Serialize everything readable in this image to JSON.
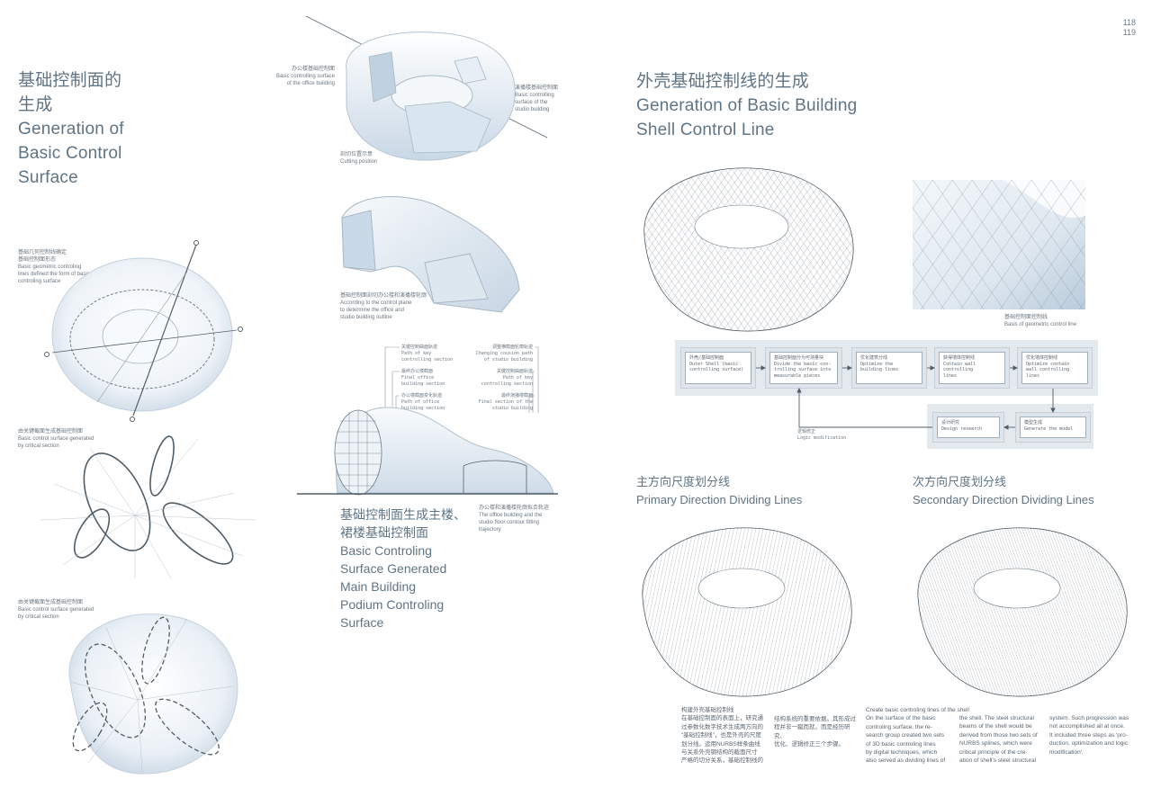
{
  "page_numbers": {
    "left": "118",
    "right": "119"
  },
  "left_section": {
    "title_cn_1": "基础控制面的",
    "title_cn_2": "生成",
    "title_en_1": "Generation of",
    "title_en_2": "Basic Control",
    "title_en_3": "Surface",
    "fig1_cn_1": "基础几何控制线确定",
    "fig1_cn_2": "基础控制面形态",
    "fig1_en_1": "Basic geometric controling",
    "fig1_en_2": "lines defined the form of basic",
    "fig1_en_3": "controling surface",
    "fig2_cn": "由关键截面生成基础控制面",
    "fig2_en_1": "Basic control surface generated",
    "fig2_en_2": "by critical section",
    "fig3_cn": "由关键截面生成基础控制面",
    "fig3_en_1": "Basic control surface generated",
    "fig3_en_2": "by critical section"
  },
  "middle_section": {
    "office_cn": "办公楼基础控制面",
    "office_en_1": "Basic controlling surface",
    "office_en_2": "of the office building",
    "studio_cn": "演播楼基础控制面",
    "studio_en_1": "Basic controlling",
    "studio_en_2": "surface of the",
    "studio_en_3": "studio building",
    "cut_cn": "剖切位置示意",
    "cut_en": "Cutting position",
    "plane_cn": "基础控制面剖切办公楼和演播楼轮廓",
    "plane_en_1": "According to the control plane",
    "plane_en_2": "to determine the office and",
    "plane_en_3": "studio building outline",
    "path_cn": "关键控制曲面轨迹",
    "path_en_1": "Path of key",
    "path_en_2": "controlling section",
    "change_cn": "调整横截面轮廓轨迹",
    "change_en_1": "Changing cousion path",
    "change_en_2": "of studio building",
    "final_office_cn": "最终办公楼截面",
    "final_office_en_1": "Final office",
    "final_office_en_2": "building section",
    "key_cn": "关键控制曲面轨迹",
    "key_en_1": "Path of key",
    "key_en_2": "controlling section",
    "office_sec_cn": "办公楼截面变化轨迹",
    "office_sec_en_1": "Path of office",
    "office_sec_en_2": "building section",
    "final_studio_cn": "最终演播楼截面",
    "final_studio_en_1": "Final section of the",
    "final_studio_en_2": "studio building",
    "fit_cn": "办公楼和演播楼轮廓拟合轨迹",
    "fit_en_1": "The office building and the",
    "fit_en_2": "studio floor contour fitting",
    "fit_en_3": "trajectory",
    "gen_cn_1": "基础控制面生成主楼、",
    "gen_cn_2": "裙楼基础控制面",
    "gen_en_1": "Basic Controling",
    "gen_en_2": "Surface Generated",
    "gen_en_3": "Main Building",
    "gen_en_4": "Podium Controling",
    "gen_en_5": "Surface"
  },
  "right_section": {
    "title_cn": "外壳基础控制线的生成",
    "title_en_1": "Generation of Basic Building",
    "title_en_2": "Shell Control Line",
    "grid_cn": "基础控制面控制线",
    "grid_en": "Basis of geometric control line",
    "flow": {
      "b1": [
        "外壳/基础控制面",
        "Outer Shell (basic",
        "controlling surface)"
      ],
      "b2": [
        "基础控制面分为可测量块",
        "Divide the basic con-",
        "trolling surface into",
        "measurable pieces"
      ],
      "b3": [
        "优化建筑分线",
        "Optimize the",
        "building lines"
      ],
      "b4": [
        "获得墙体控制线",
        "Contain wall",
        "controlling",
        "lines"
      ],
      "b5": [
        "优化墙体控制线",
        "Optimize contain",
        "wall controlling",
        "lines"
      ],
      "b6": [
        "设计研究",
        "Design research"
      ],
      "b7": [
        "模型生成",
        "Generate the model"
      ],
      "logic_cn": "逻辑修正",
      "logic_en": "Logic modification"
    },
    "primary_cn": "主方向尺度划分线",
    "primary_en": "Primary Direction Dividing Lines",
    "secondary_cn": "次方向尺度划分线",
    "secondary_en": "Secondary Direction Dividing Lines",
    "col1_cn_1": "构建外壳基础控制线",
    "col1_cn_2": "在基础控制面的表面上，研究通",
    "col1_cn_3": "过参数化数字技术生成两方向的",
    "col1_cn_4": "“基础控制线”，也是外壳的尺度",
    "col1_cn_5": "划分线。运用NURBS样条曲线",
    "col1_cn_6": "与关系外壳钢结构的截面尺寸",
    "col1_cn_7": "严格的切分关系，基础控制线的",
    "col2_cn_1": "结构系统的重要依据。其形成过",
    "col2_cn_2": "程并非一蹴而就，而是经历研究、",
    "col2_cn_3": "优化、逻辑修正三个步骤。",
    "col3_en_0": "Create basic controling lines of the shell",
    "col3_en_1": "On the surface of the basic",
    "col3_en_2": "controling surface, the re-",
    "col3_en_3": "search group created two sets",
    "col3_en_4": "of 3D basic controling lines",
    "col3_en_5": "by digital techniques, which",
    "col3_en_6": "also served as dividing lines of",
    "col4_en_1": "the shell. The steel structural",
    "col4_en_2": "beams of the shell would be",
    "col4_en_3": "derived from those two sets of",
    "col4_en_4": "NURBS splines, which were",
    "col4_en_5": "critical principle of the cre-",
    "col4_en_6": "ation of shell's steel structural",
    "col5_en_1": "system. Such progression was",
    "col5_en_2": "not accomplished all at once.",
    "col5_en_3": "It included three steps as 'pro-",
    "col5_en_4": "duction, optimization and logic",
    "col5_en_5": "modification'."
  },
  "colors": {
    "title": "#5f7485",
    "text": "#5a6670",
    "line": "#8a99a6",
    "shell": "#dde7f0"
  }
}
